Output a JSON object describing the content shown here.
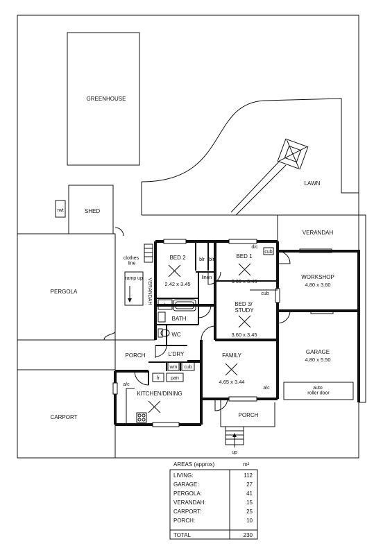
{
  "rooms": {
    "greenhouse": "GREENHOUSE",
    "lawn": "LAWN",
    "rwt": "rwt",
    "shed": "SHED",
    "pergola": "PERGOLA",
    "clothes_line": "clothes\nline",
    "ramp_up": "ramp\nup",
    "verandah_side": "VERANDAH",
    "bed2": "BED 2",
    "bed2_dim": "2.42 x 3.45",
    "blr1": "blr",
    "blr2": "blr",
    "linen": "linen",
    "bed1": "BED 1",
    "bed1_dim": "3.60 x 3.45",
    "dc": "d/c",
    "cub_bed1": "cub",
    "cub_top": "cub",
    "verandah_top": "VERANDAH",
    "workshop": "WORKSHOP",
    "workshop_dim": "4.80 x 3.60",
    "shr": "shr",
    "bath": "BATH",
    "bed3": "BED 3/\nSTUDY",
    "bed3_dim": "3.60 x 3.45",
    "wc": "WC",
    "ldry": "L'DRY",
    "wm": "wm",
    "cub_ldry": "cub",
    "porch_left": "PORCH",
    "family": "FAMILY",
    "family_dim": "4.65 x 3.44",
    "garage": "GARAGE",
    "garage_dim": "4.80 x 5.50",
    "ac_kitchen": "a/c",
    "fr": "fr",
    "pan": "pan",
    "ac_family": "a/c",
    "auto_roller": "auto\nroller door",
    "kitchen": "KITCHEN/DINING",
    "carport": "CARPORT",
    "porch_front": "PORCH",
    "up": "up"
  },
  "areas": {
    "title": "AREAS (approx)",
    "unit": "m²",
    "rows": [
      {
        "label": "LIVING:",
        "value": "112"
      },
      {
        "label": "GARAGE:",
        "value": "27"
      },
      {
        "label": "PERGOLA:",
        "value": "41"
      },
      {
        "label": "VERANDAH:",
        "value": "15"
      },
      {
        "label": "CARPORT:",
        "value": "25"
      },
      {
        "label": "PORCH:",
        "value": "10"
      }
    ],
    "total_label": "TOTAL",
    "total_value": "230"
  }
}
